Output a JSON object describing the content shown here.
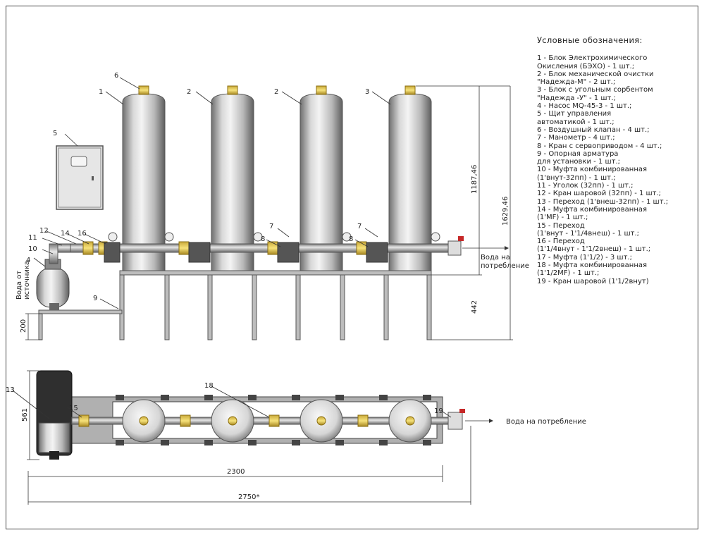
{
  "legend": {
    "title": "Условные обозначения:",
    "items": [
      "1 - Блок Электрохимического",
      "Окисления (БЭХО) - 1 шт.;",
      "2 - Блок механической очистки",
      "\"Надежда-М\" - 2 шт.;",
      "3 - Блок с угольным сорбентом",
      "\"Надежда -У\" - 1 шт.;",
      "4 - Насос MQ-45-3 - 1 шт.;",
      "5 - Щит управления",
      "автоматикой - 1 шт.;",
      "6 - Воздушный клапан - 4 шт.;",
      "7 - Манометр - 4 шт.;",
      "8 - Кран с сервоприводом - 4 шт.;",
      "9 - Опорная арматура",
      "для установки - 1 шт.;",
      "10 - Муфта комбинированная",
      "(1'внут-32пп) - 1 шт.;",
      "11 - Уголок (32пп) - 1 шт.;",
      "12 - Кран шаровой (32пп) - 1 шт.;",
      "13 - Переход (1'внеш-32пп) - 1 шт.;",
      "14 - Муфта комбинированная",
      "(1'MF) - 1 шт.;",
      "15 - Переход",
      "(1'внут - 1'1/4внеш) - 1 шт.;",
      "16 - Переход",
      "(1'1/4внут - 1'1/2внеш) - 1 шт.;",
      "17 - Муфта (1'1/2) - 3 шт.;",
      "18 - Муфта комбинированная",
      "(1'1/2MF) - 1 шт.;",
      "19 - Кран шаровой (1'1/2внут)"
    ]
  },
  "callouts": {
    "n1": "1",
    "n2a": "2",
    "n2b": "2",
    "n3": "3",
    "n4": "4",
    "n5": "5",
    "n6": "6",
    "n7a": "7",
    "n7b": "7",
    "n8a": "8",
    "n8b": "8",
    "n9": "9",
    "n10": "10",
    "n11": "11",
    "n12": "12",
    "n13": "13",
    "n14": "14",
    "n15": "15",
    "n16": "16",
    "n18": "18",
    "n19": "19"
  },
  "flow": {
    "outlet_side_1": "Вода на",
    "outlet_side_2": "потребление",
    "inlet_1": "Вода от",
    "inlet_2": "источника",
    "outlet_top": "Вода на потребление"
  },
  "dimensions": {
    "d1187": "1187,46",
    "d1629": "1629,46",
    "d442": "442",
    "d200": "200",
    "d561": "561",
    "d2300": "2300",
    "d2750": "2750*"
  }
}
